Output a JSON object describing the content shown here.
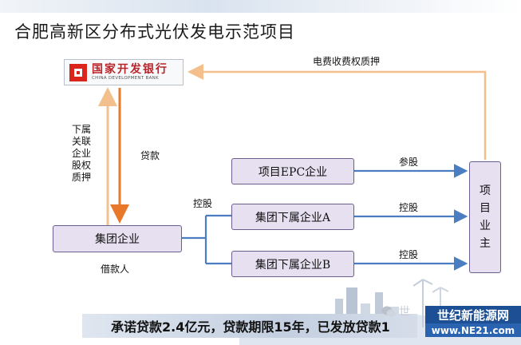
{
  "title": "合肥高新区分布式光伏发电示范项目",
  "bank": {
    "name_cn": "国家开发银行",
    "name_en": "CHINA DEVELOPMENT BANK"
  },
  "nodes": {
    "group": "集团企业",
    "epc": "项目EPC企业",
    "sub_a": "集团下属企业A",
    "sub_b": "集团下属企业B",
    "owner": [
      "项",
      "目",
      "业",
      "主"
    ]
  },
  "labels": {
    "pledge_vertical": [
      "下属",
      "关联",
      "企业",
      "股权",
      "质押"
    ],
    "loan": "贷款",
    "borrower": "借款人",
    "control": "控股",
    "epc_edge": "参股",
    "a_edge": "控股",
    "b_edge": "控股",
    "fee_pledge": "电费收费权质押"
  },
  "banner": "承诺贷款2.4亿元，贷款期限15年，已发放贷款1",
  "watermark": {
    "name": "世纪新能源网",
    "url": "www.NE21.com",
    "faint": "世"
  },
  "colors": {
    "arrow_orange": "#e8792b",
    "pledge_orange": "#f3c08d",
    "blue": "#4a7ec0",
    "box_fill": "#e6e0f1",
    "box_border": "#6b5e8c"
  }
}
